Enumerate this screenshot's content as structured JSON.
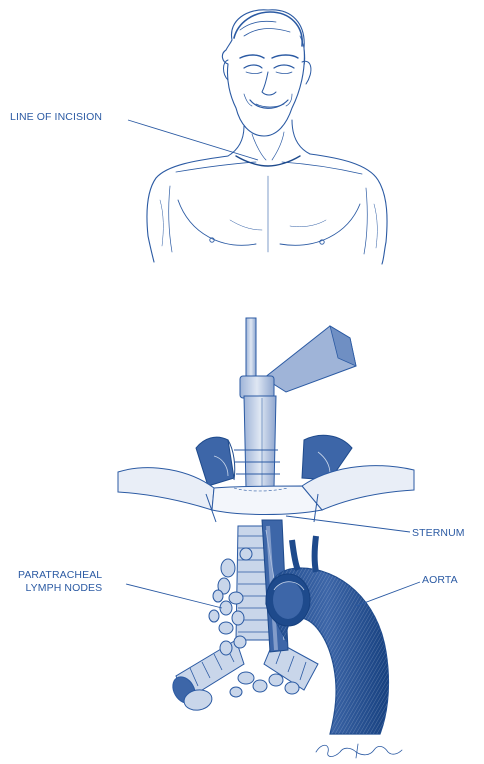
{
  "labels": {
    "incision": "LINE OF INCISION",
    "sternum": "STERNUM",
    "aorta": "AORTA",
    "nodes_line1": "PARATRACHEAL",
    "nodes_line2": "LYMPH NODES"
  },
  "colors": {
    "ink": "#2b5aa3",
    "ink_dark": "#1e4a8c",
    "fill_light": "#c9d6ea",
    "fill_mid": "#8fa8d0",
    "fill_dark": "#3d66a8"
  },
  "signature": "Kiernan"
}
